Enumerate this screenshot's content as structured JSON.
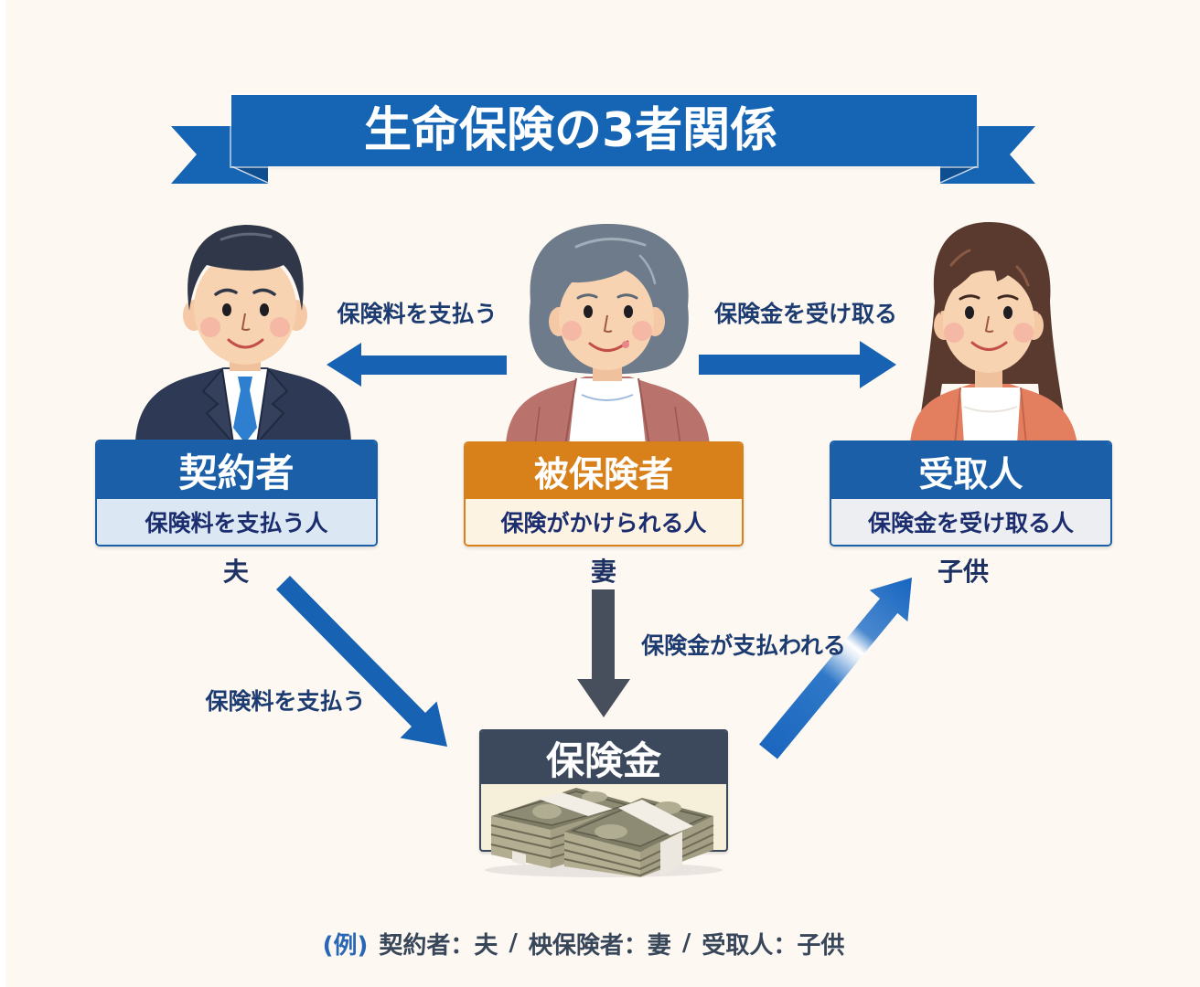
{
  "title": "生命保険の3者関係",
  "roles": [
    {
      "title": "契約者",
      "description": "保険料を支払う人",
      "person": "夫"
    },
    {
      "title": "被保険者",
      "description": "保険がかけられる人",
      "person": "妻"
    },
    {
      "title": "受取人",
      "description": "保険金を受け取る人",
      "person": "子供"
    }
  ],
  "flows": {
    "insured_to_contractor": "保険料を支払う",
    "insured_to_beneficiary": "保険金を受け取る",
    "contractor_to_insurance": "保険料を支払う",
    "insurance_paid": "保険金が支払われる"
  },
  "insurance_box": {
    "title": "保険金",
    "icon": "money-stack-icon"
  },
  "example": {
    "prefix": "(例)",
    "contractor": "契約者：夫",
    "insured": "柍保険者：妻",
    "beneficiary": "受取人：子供",
    "separator": "/"
  },
  "colors": {
    "banner_blue": "#1665b4",
    "role_blue": "#1a5fa8",
    "insured_orange": "#d8811a",
    "insurance_dark": "#3c495d",
    "down_arrow_gray": "#474e5c",
    "text_navy": "#1c3b70",
    "background": "#fdf8f2"
  }
}
